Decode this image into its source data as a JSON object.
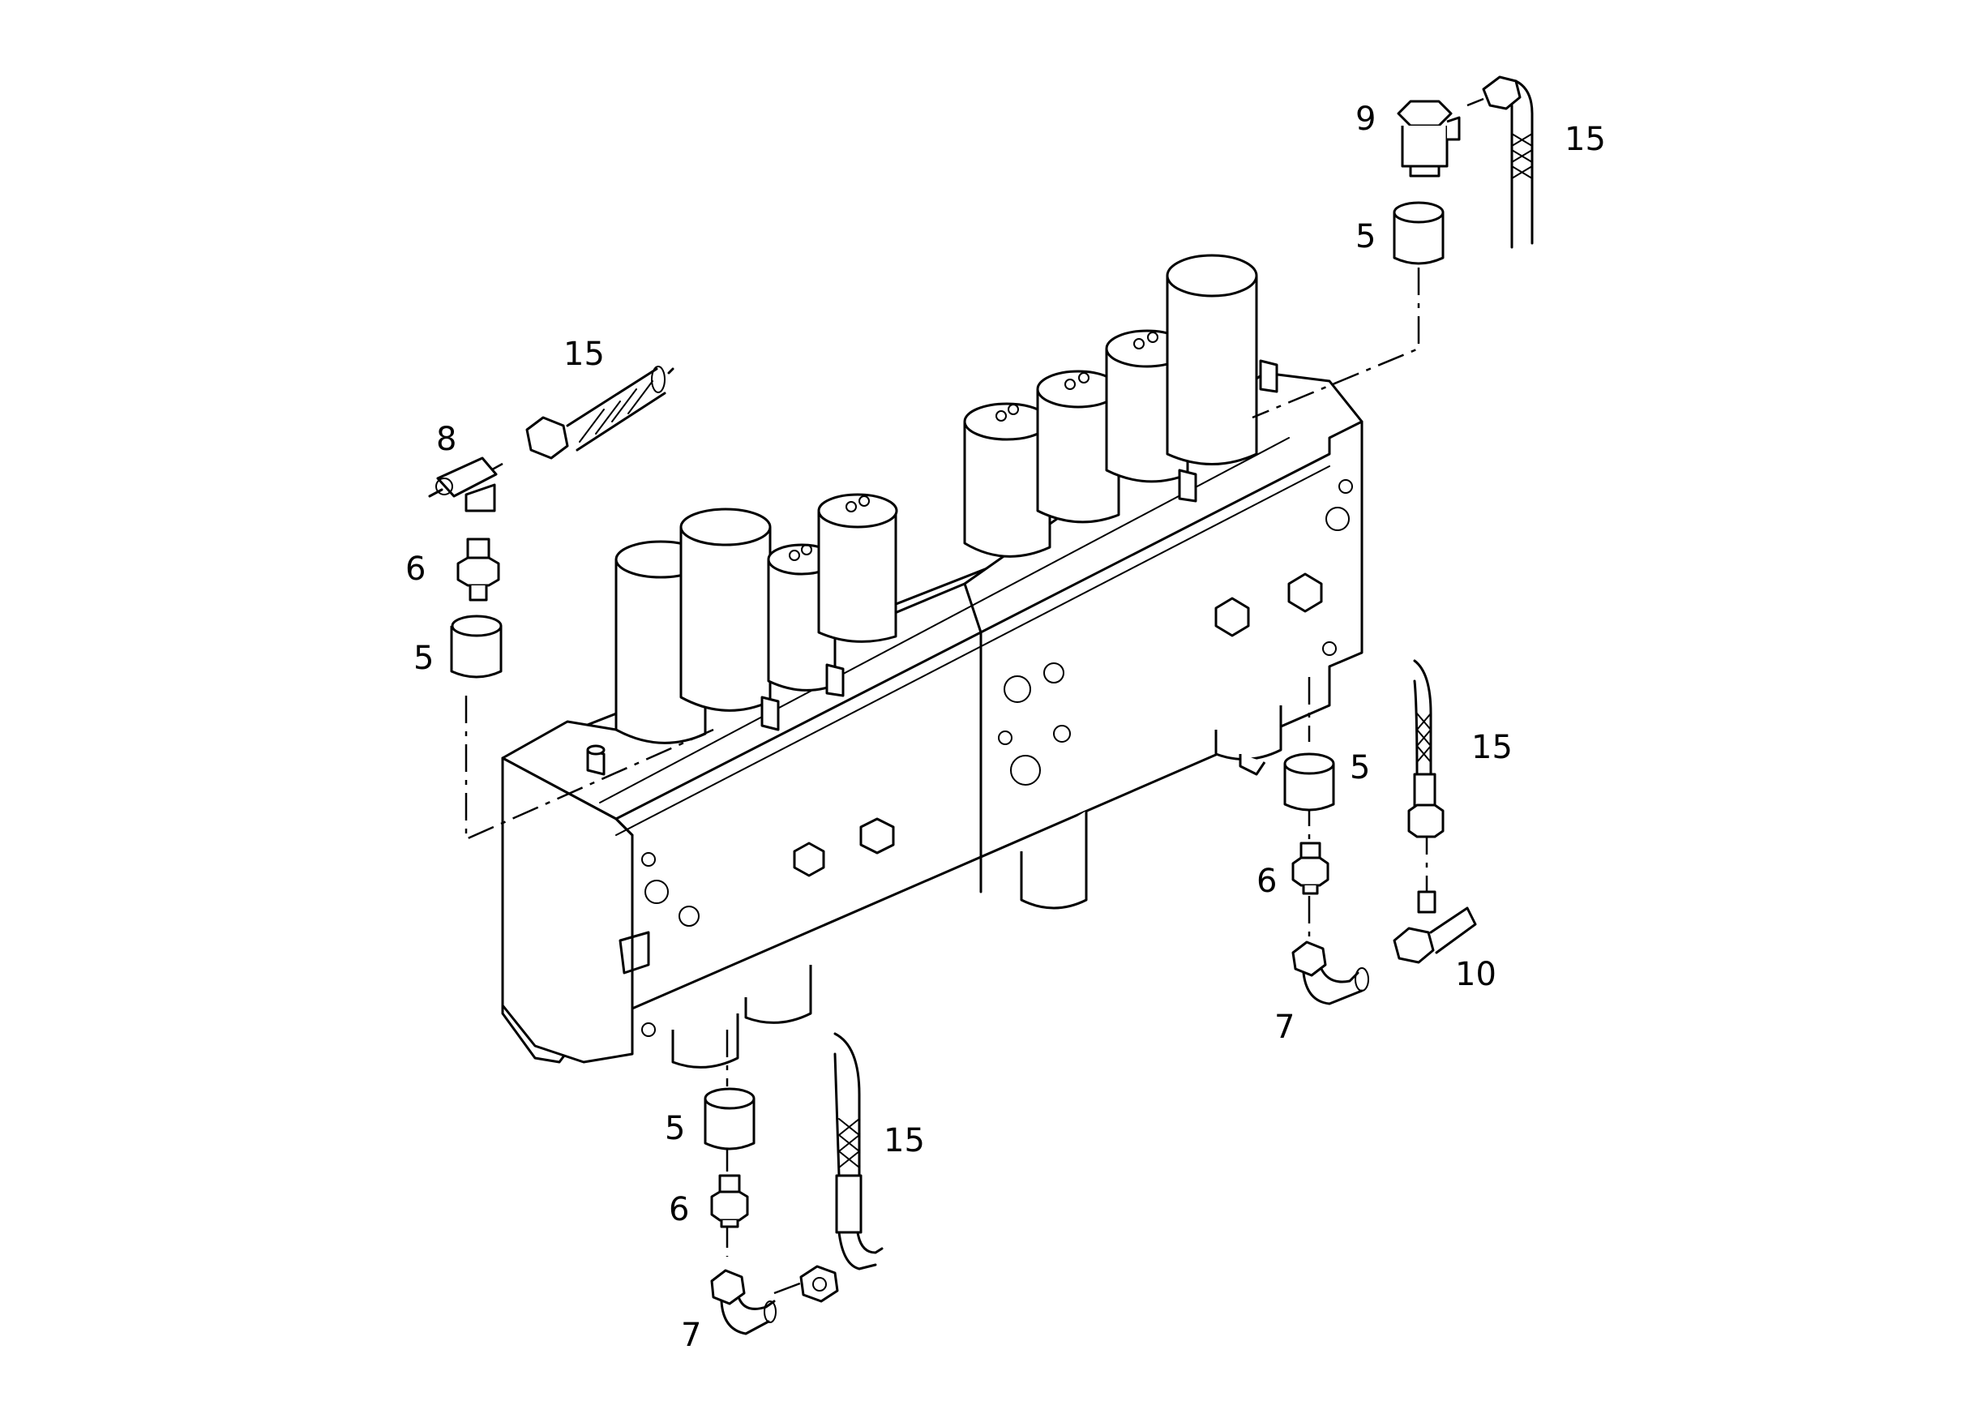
{
  "callouts": {
    "c9": "9",
    "c15_top_right": "15",
    "c5_top_right": "5",
    "c15_top_left": "15",
    "c8": "8",
    "c6_left": "6",
    "c5_left": "5",
    "c5_right": "5",
    "c15_right": "15",
    "c6_right": "6",
    "c10": "10",
    "c7_right": "7",
    "c5_bottom": "5",
    "c15_bottom": "15",
    "c6_bottom": "6",
    "c7_bottom": "7"
  }
}
